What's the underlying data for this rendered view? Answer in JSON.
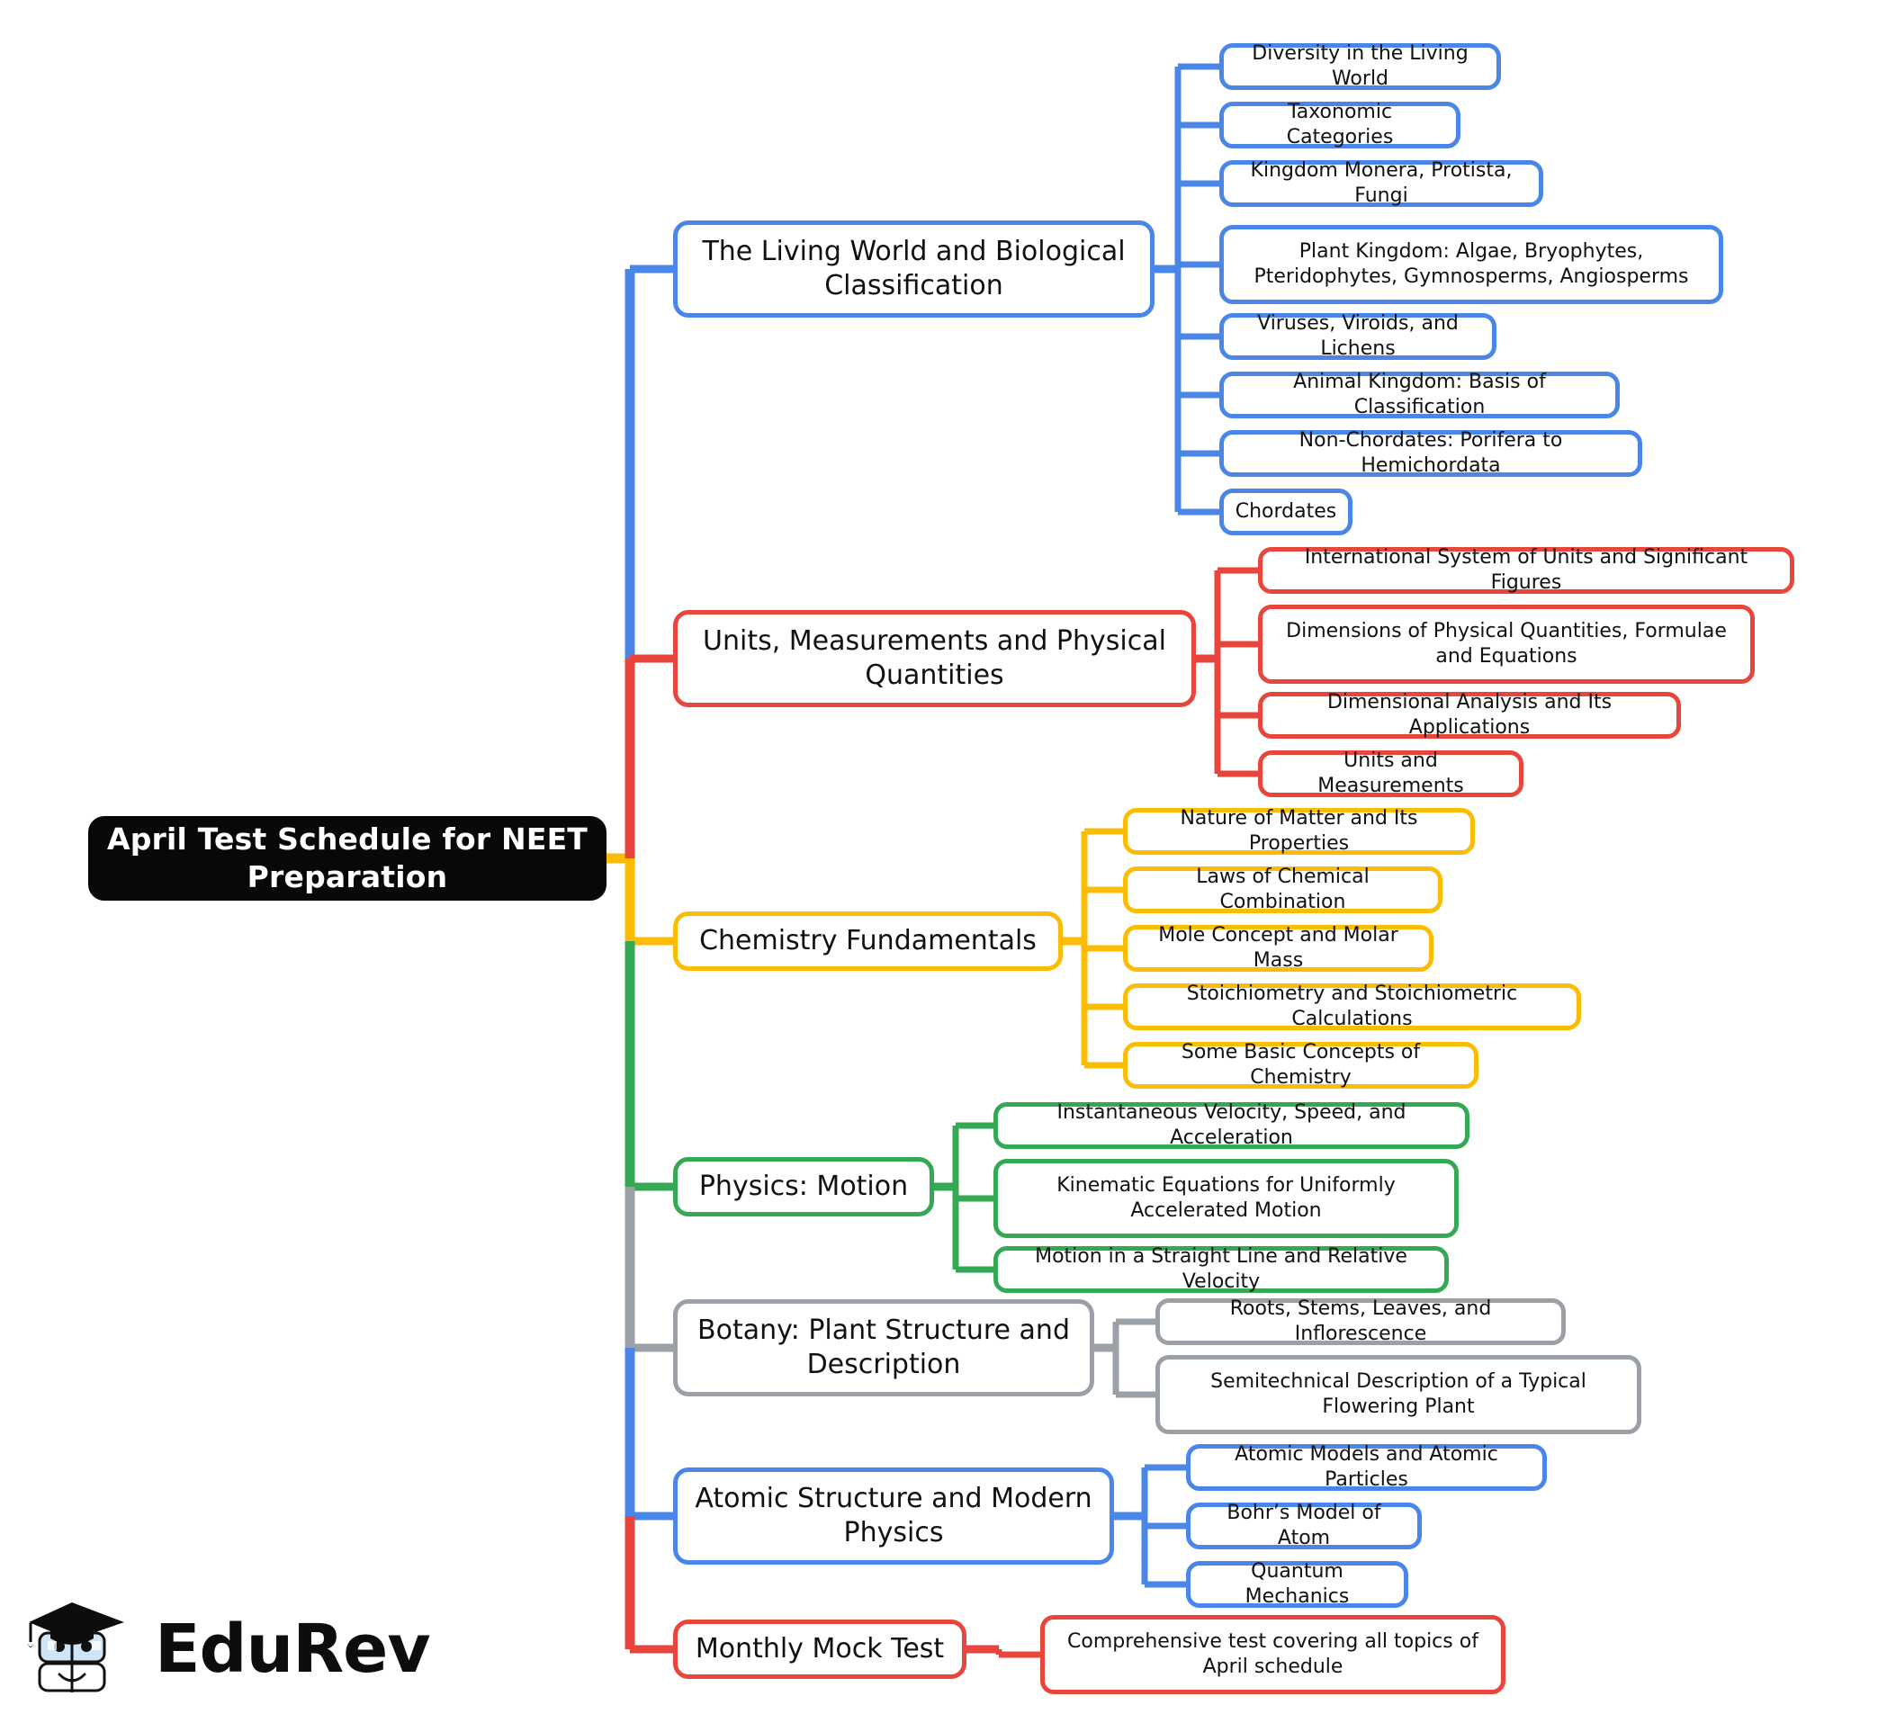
{
  "colors": {
    "blue": "#4a86e8",
    "red": "#e8453c",
    "yellow": "#fbbc04",
    "green": "#34a853",
    "gray": "#9aa0a6",
    "root_bg": "#080808",
    "root_text": "#ffffff",
    "node_bg": "#ffffff",
    "node_text": "#111111",
    "page_bg": "#ffffff"
  },
  "root": {
    "title": "April Test Schedule for NEET Preparation"
  },
  "logo": {
    "name": "EduRev",
    "mark": "graduation-cap-book-character"
  },
  "branches": [
    {
      "id": "living-world",
      "label": "The Living World and Biological Classification",
      "color": "#4a86e8",
      "children": [
        {
          "label": "Diversity in the Living World"
        },
        {
          "label": "Taxonomic Categories"
        },
        {
          "label": "Kingdom Monera, Protista, Fungi"
        },
        {
          "label": "Plant Kingdom: Algae, Bryophytes, Pteridophytes, Gymnosperms, Angiosperms"
        },
        {
          "label": "Viruses, Viroids, and Lichens"
        },
        {
          "label": "Animal Kingdom: Basis of Classification"
        },
        {
          "label": "Non-Chordates: Porifera to Hemichordata"
        },
        {
          "label": "Chordates"
        }
      ]
    },
    {
      "id": "units-measurements",
      "label": "Units, Measurements and Physical Quantities",
      "color": "#e8453c",
      "children": [
        {
          "label": "International System of Units and Significant Figures"
        },
        {
          "label": "Dimensions of Physical Quantities, Formulae and Equations"
        },
        {
          "label": "Dimensional Analysis and Its Applications"
        },
        {
          "label": "Units and Measurements"
        }
      ]
    },
    {
      "id": "chemistry-fundamentals",
      "label": "Chemistry Fundamentals",
      "color": "#fbbc04",
      "children": [
        {
          "label": "Nature of Matter and Its Properties"
        },
        {
          "label": "Laws of Chemical Combination"
        },
        {
          "label": "Mole Concept and Molar Mass"
        },
        {
          "label": "Stoichiometry and Stoichiometric Calculations"
        },
        {
          "label": "Some Basic Concepts of Chemistry"
        }
      ]
    },
    {
      "id": "physics-motion",
      "label": "Physics: Motion",
      "color": "#34a853",
      "children": [
        {
          "label": "Instantaneous Velocity, Speed, and Acceleration"
        },
        {
          "label": "Kinematic Equations for Uniformly Accelerated Motion"
        },
        {
          "label": "Motion in a Straight Line and Relative Velocity"
        }
      ]
    },
    {
      "id": "botany-plant-structure",
      "label": "Botany: Plant Structure and Description",
      "color": "#9aa0a6",
      "children": [
        {
          "label": "Roots, Stems, Leaves, and Inflorescence"
        },
        {
          "label": "Semitechnical Description of a Typical Flowering Plant"
        }
      ]
    },
    {
      "id": "atomic-structure",
      "label": "Atomic Structure and Modern Physics",
      "color": "#4a86e8",
      "children": [
        {
          "label": "Atomic Models and Atomic Particles"
        },
        {
          "label": "Bohr’s Model of Atom"
        },
        {
          "label": "Quantum Mechanics"
        }
      ]
    },
    {
      "id": "monthly-mock-test",
      "label": "Monthly Mock Test",
      "color": "#e8453c",
      "children": [
        {
          "label": "Comprehensive test covering all topics of April schedule"
        }
      ]
    }
  ]
}
